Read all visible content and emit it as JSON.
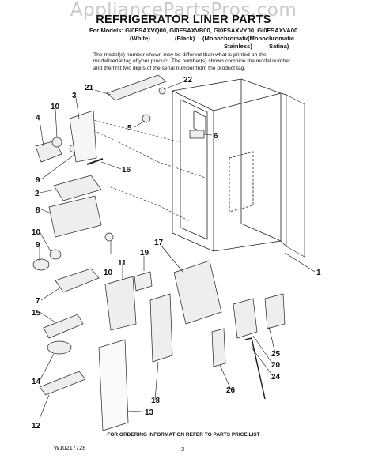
{
  "watermark": "AppliancePartsPros.com",
  "title": "REFRIGERATOR LINER PARTS",
  "models_line": "For Models: GI0FSAXVQ00, GI0FSAXVB00, GI0FSAXVY00, GI0FSAXVA00",
  "finishes": [
    "(White)",
    "(Black)",
    "(Monochromatic",
    "(Monochromatic"
  ],
  "finishes_line2": [
    "Stainless)",
    "Satina)"
  ],
  "note": "The model(s) number shown may be different than what is printed on the model/serial tag of your product. The number(s) shown combine the model number and the first two digits of the serial number from the product tag.",
  "footer_note": "FOR ORDERING INFORMATION REFER TO PARTS PRICE LIST",
  "doc_number": "W10217728",
  "page_number": "3",
  "callouts": [
    "21",
    "22",
    "10",
    "3",
    "4",
    "5",
    "6",
    "16",
    "9",
    "2",
    "8",
    "10",
    "17",
    "9",
    "19",
    "11",
    "10",
    "1",
    "7",
    "15",
    "25",
    "20",
    "24",
    "14",
    "26",
    "18",
    "13",
    "12"
  ]
}
